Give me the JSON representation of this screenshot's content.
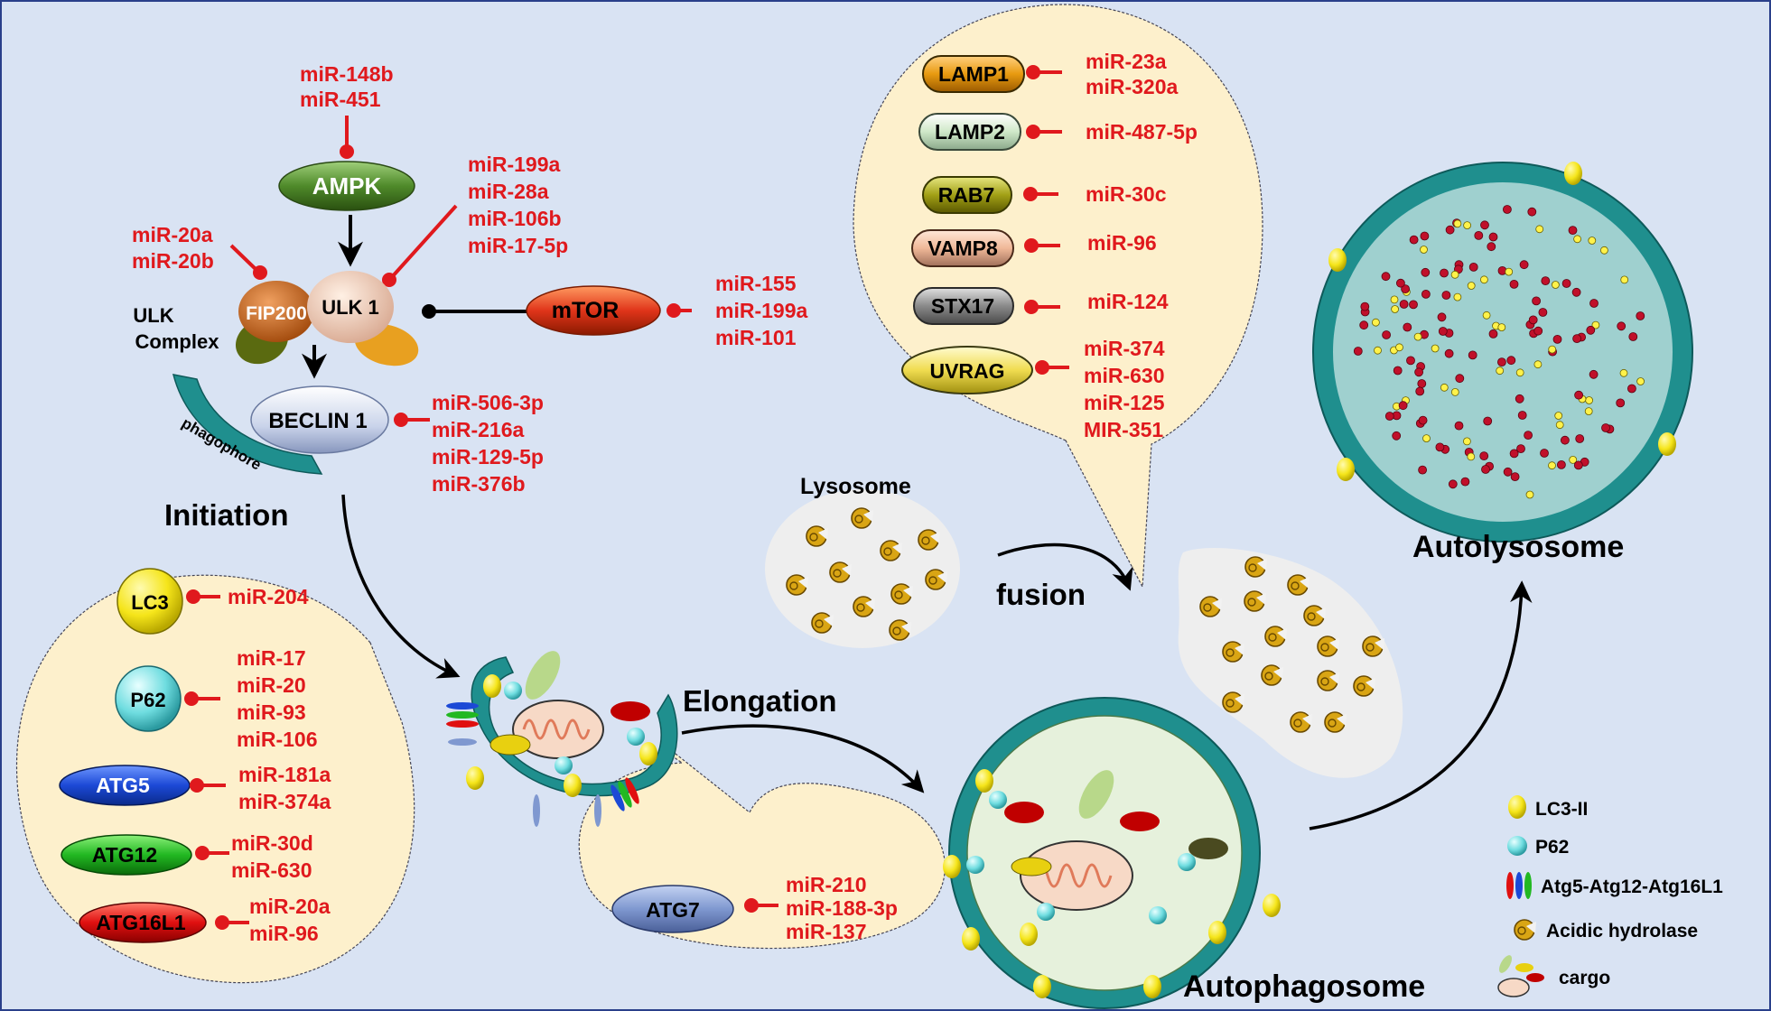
{
  "colors": {
    "background": "#d9e3f3",
    "inhibit": "#e0191d",
    "bubble": "#fdf0cc",
    "membrane": "#1f8f8e",
    "lumen": "#9fd0cf"
  },
  "initiation": {
    "stage_label": "Initiation",
    "ampk": {
      "label": "AMPK",
      "mirs": [
        "miR-148b",
        "miR-451"
      ]
    },
    "ulk_complex_label": [
      "ULK",
      "Complex"
    ],
    "ulk1": {
      "label": "ULK 1",
      "mirs": [
        "miR-199a",
        "miR-28a",
        "miR-106b",
        "miR-17-5p"
      ]
    },
    "fip200": {
      "label": "FIP200",
      "mirs": [
        "miR-20a",
        "miR-20b"
      ]
    },
    "mtor": {
      "label": "mTOR",
      "mirs": [
        "miR-155",
        "miR-199a",
        "miR-101"
      ]
    },
    "beclin1": {
      "label": "BECLIN 1",
      "mirs": [
        "miR-506-3p",
        "miR-216a",
        "miR-129-5p",
        "miR-376b"
      ]
    },
    "phagophore_label": "phagophore"
  },
  "elongation_bubble": {
    "items": [
      {
        "label": "LC3",
        "mirs": [
          "miR-204"
        ]
      },
      {
        "label": "P62",
        "mirs": [
          "miR-17",
          "miR-20",
          "miR-93",
          "miR-106"
        ]
      },
      {
        "label": "ATG5",
        "mirs": [
          "miR-181a",
          "miR-374a"
        ]
      },
      {
        "label": "ATG12",
        "mirs": [
          "miR-30d",
          "miR-630"
        ]
      },
      {
        "label": "ATG16L1",
        "mirs": [
          "miR-20a",
          "miR-96"
        ]
      }
    ]
  },
  "elongation": {
    "stage_label": "Elongation",
    "atg7": {
      "label": "ATG7",
      "mirs": [
        "miR-210",
        "miR-188-3p",
        "miR-137"
      ]
    }
  },
  "fusion_bubble": {
    "items": [
      {
        "label": "LAMP1",
        "mirs": [
          "miR-23a",
          "miR-320a"
        ]
      },
      {
        "label": "LAMP2",
        "mirs": [
          "miR-487-5p"
        ]
      },
      {
        "label": "RAB7",
        "mirs": [
          "miR-30c"
        ]
      },
      {
        "label": "VAMP8",
        "mirs": [
          "miR-96"
        ]
      },
      {
        "label": "STX17",
        "mirs": [
          "miR-124"
        ]
      },
      {
        "label": "UVRAG",
        "mirs": [
          "miR-374",
          "miR-630",
          "miR-125",
          "MIR-351"
        ]
      }
    ]
  },
  "lysosome_label": "Lysosome",
  "fusion_label": "fusion",
  "autophagosome_label": "Autophagosome",
  "autolysosome_label": "Autolysosome",
  "legend": [
    {
      "icon": "lc3-ii-icon",
      "label": "LC3-II"
    },
    {
      "icon": "p62-icon",
      "label": "P62"
    },
    {
      "icon": "atg-complex-icon",
      "label": "Atg5-Atg12-Atg16L1"
    },
    {
      "icon": "acidic-hydrolase-icon",
      "label": "Acidic hydrolase"
    },
    {
      "icon": "cargo-icon",
      "label": "cargo"
    }
  ]
}
